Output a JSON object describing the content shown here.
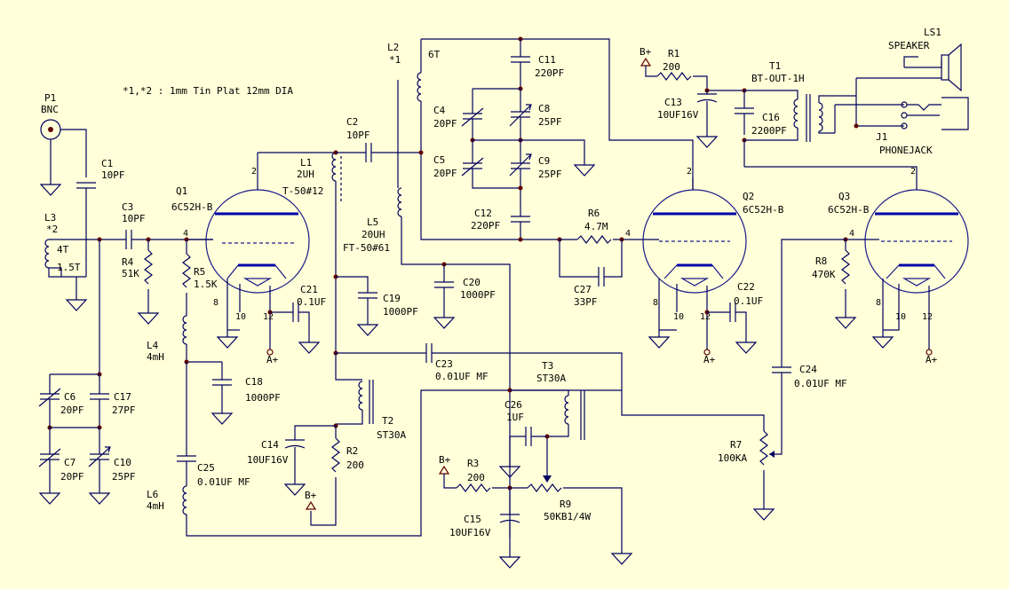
{
  "note": "*1,*2 : 1mm Tin Plat 12mm DIA",
  "components": {
    "p1": {
      "ref": "P1",
      "val": "BNC"
    },
    "c1": {
      "ref": "C1",
      "val": "10PF"
    },
    "l3": {
      "ref": "L3",
      "mark": "*2",
      "t1": "4T",
      "t2": "1.5T"
    },
    "c3": {
      "ref": "C3",
      "val": "10PF"
    },
    "r4": {
      "ref": "R4",
      "val": "51K"
    },
    "q1": {
      "ref": "Q1",
      "val": "6C52H-B"
    },
    "r5": {
      "ref": "R5",
      "val": "1.5K"
    },
    "c21": {
      "ref": "C21",
      "val": "0.1UF"
    },
    "l1": {
      "ref": "L1",
      "val": "2UH",
      "core": "T-50#12"
    },
    "c2": {
      "ref": "C2",
      "val": "10PF"
    },
    "l2": {
      "ref": "L2",
      "mark": "*1",
      "turns": "6T"
    },
    "c11": {
      "ref": "C11",
      "val": "220PF"
    },
    "c4": {
      "ref": "C4",
      "val": "20PF"
    },
    "c8": {
      "ref": "C8",
      "val": "25PF"
    },
    "c5": {
      "ref": "C5",
      "val": "20PF"
    },
    "c9": {
      "ref": "C9",
      "val": "25PF"
    },
    "c12": {
      "ref": "C12",
      "val": "220PF"
    },
    "l5": {
      "ref": "L5",
      "val": "20UH",
      "core": "FT-50#61"
    },
    "c19": {
      "ref": "C19",
      "val": "1000PF"
    },
    "c20": {
      "ref": "C20",
      "val": "1000PF"
    },
    "r6": {
      "ref": "R6",
      "val": "4.7M"
    },
    "c27": {
      "ref": "C27",
      "val": "33PF"
    },
    "q2": {
      "ref": "Q2",
      "val": "6C52H-B"
    },
    "c22": {
      "ref": "C22",
      "val": "0.1UF"
    },
    "q3": {
      "ref": "Q3",
      "val": "6C52H-B"
    },
    "r8": {
      "ref": "R8",
      "val": "470K"
    },
    "r1": {
      "ref": "R1",
      "val": "200"
    },
    "c13": {
      "ref": "C13",
      "val": "10UF16V"
    },
    "t1": {
      "ref": "T1",
      "val": "BT-OUT-1H"
    },
    "c16": {
      "ref": "C16",
      "val": "2200PF"
    },
    "ls1": {
      "ref": "LS1",
      "val": "SPEAKER"
    },
    "j1": {
      "ref": "J1",
      "val": "PHONEJACK"
    },
    "l4": {
      "ref": "L4",
      "val": "4mH"
    },
    "c18": {
      "ref": "C18",
      "val": "1000PF"
    },
    "c23": {
      "ref": "C23",
      "val": "0.01UF MF"
    },
    "t2": {
      "ref": "T2",
      "val": "ST30A"
    },
    "c14": {
      "ref": "C14",
      "val": "10UF16V"
    },
    "r2": {
      "ref": "R2",
      "val": "200"
    },
    "c6": {
      "ref": "C6",
      "val": "20PF"
    },
    "c17": {
      "ref": "C17",
      "val": "27PF"
    },
    "c7": {
      "ref": "C7",
      "val": "20PF"
    },
    "c10": {
      "ref": "C10",
      "val": "25PF"
    },
    "c25": {
      "ref": "C25",
      "val": "0.01UF MF"
    },
    "l6": {
      "ref": "L6",
      "val": "4mH"
    },
    "t3": {
      "ref": "T3",
      "val": "ST30A"
    },
    "c26": {
      "ref": "C26",
      "val": "1UF"
    },
    "r3": {
      "ref": "R3",
      "val": "200"
    },
    "c15": {
      "ref": "C15",
      "val": "10UF16V"
    },
    "r9": {
      "ref": "R9",
      "val": "50KB1/4W"
    },
    "c24": {
      "ref": "C24",
      "val": "0.01UF MF"
    },
    "r7": {
      "ref": "R7",
      "val": "100KA"
    }
  },
  "power": {
    "bplus": "B+",
    "aplus": "A+"
  },
  "pins": {
    "p2": "2",
    "p4": "4",
    "p8": "8",
    "p10": "10",
    "p12": "12"
  }
}
